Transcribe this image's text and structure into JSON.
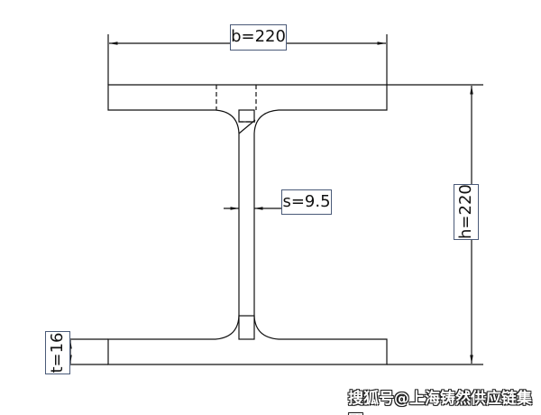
{
  "dimensions": {
    "flange_width": "b=220",
    "height": "h=220",
    "web_thickness": "s=9.5",
    "flange_thickness": "t=16"
  },
  "watermark": "搜狐号@上海铸然供应链集团",
  "colors": {
    "line": "#111111",
    "label_border": "#4a5a78"
  }
}
